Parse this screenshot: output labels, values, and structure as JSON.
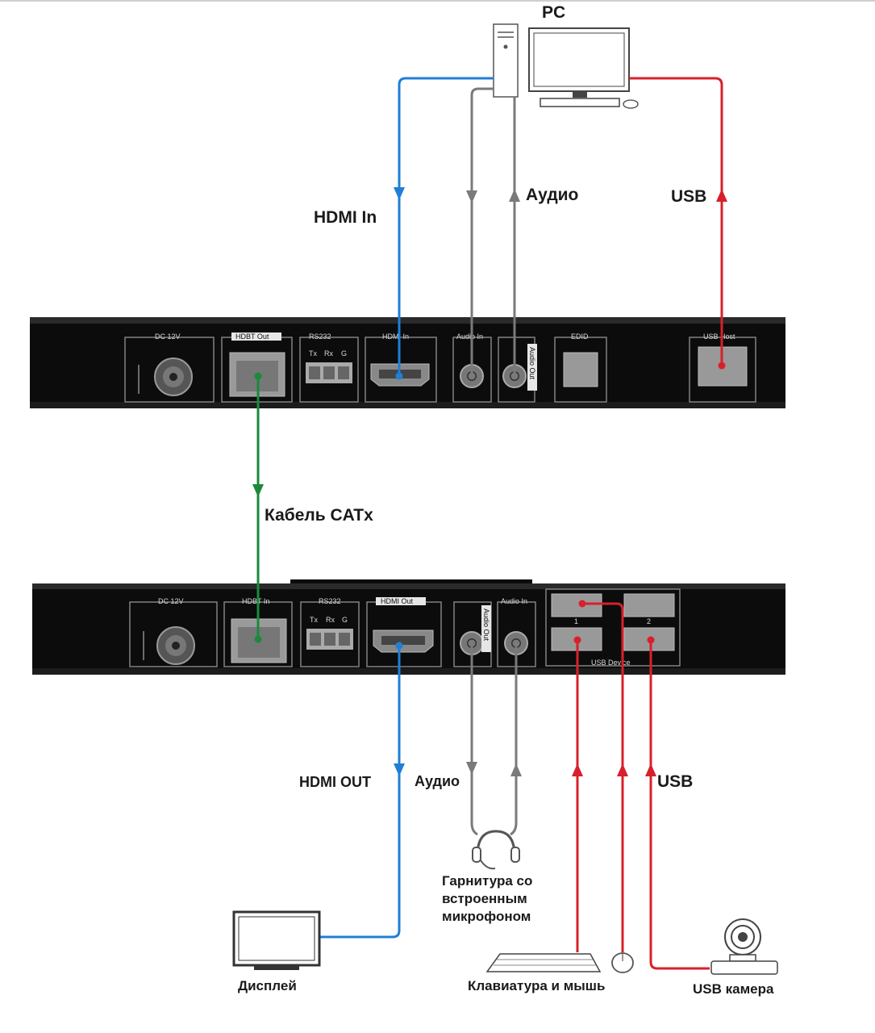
{
  "labels": {
    "pc": "PC",
    "hdmi_in": "HDMI In",
    "audio_top": "Аудио",
    "usb_top": "USB",
    "cable": "Кабель CATx",
    "hdmi_out": "HDMI OUT",
    "audio_bottom": "Аудио",
    "usb_bottom": "USB",
    "headset": [
      "Гарнитура со",
      "встроенным",
      "микрофоном"
    ],
    "display": "Дисплей",
    "keyboard_mouse": "Клавиатура и мышь",
    "usb_camera": "USB камера"
  },
  "transmitter_panel": {
    "ports": {
      "dc": "DC 12V",
      "hdbt": "HDBT Out",
      "rs232": "RS232",
      "rs232_pins": [
        "Tx",
        "Rx",
        "G"
      ],
      "hdmi": "HDMI In",
      "audio_in": "Audio In",
      "audio_out": "Audio Out",
      "edid": "EDID",
      "usb_host": "USB Host"
    }
  },
  "receiver_panel": {
    "ports": {
      "dc": "DC 12V",
      "hdbt": "HDBT In",
      "rs232": "RS232",
      "rs232_pins": [
        "Tx",
        "Rx",
        "G"
      ],
      "hdmi": "HDMI Out",
      "audio_out": "Audio Out",
      "audio_in": "Audio In",
      "usb_device": "USB Device",
      "usb_nums": [
        "1",
        "2"
      ]
    }
  },
  "colors": {
    "hdmi": "#1f7fd6",
    "audio": "#7a7a7a",
    "usb": "#d8202c",
    "cat": "#1a8a3a",
    "panel": "#0c0c0c"
  }
}
